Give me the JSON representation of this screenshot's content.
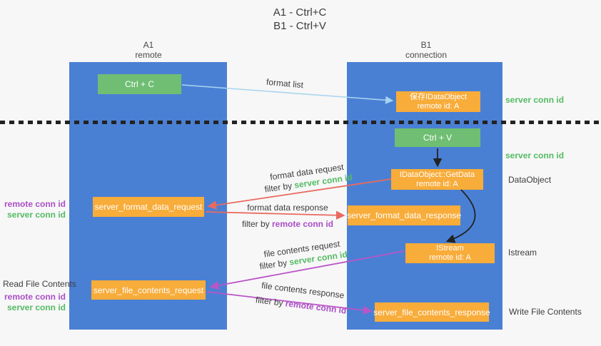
{
  "title": {
    "line1": "A1 - Ctrl+C",
    "line2": "B1 - Ctrl+V"
  },
  "columns": {
    "left": {
      "name": "A1",
      "subtitle": "remote"
    },
    "right": {
      "name": "B1",
      "subtitle": "connection"
    }
  },
  "nodes": {
    "ctrl_c": {
      "label": "Ctrl + C"
    },
    "save_dataobject": {
      "line1": "保存IDataObject",
      "line2": "remote id: A"
    },
    "ctrl_v": {
      "label": "Ctrl + V"
    },
    "getdata": {
      "line1": "IDataObject::GetData",
      "line2": "remote id: A"
    },
    "format_request": {
      "label": "server_format_data_request"
    },
    "format_response": {
      "label": "server_format_data_response"
    },
    "istream": {
      "line1": "IStream",
      "line2": "remote id: A"
    },
    "file_request": {
      "label": "server_file_contents_request"
    },
    "file_response": {
      "label": "server_file_contents_response"
    }
  },
  "labels": {
    "format_list": "format list",
    "format_data_request": "format data request",
    "format_data_response": "format data response",
    "file_contents_request": "file contents request",
    "file_contents_response": "file contents response",
    "filter_by": "filter by",
    "server_conn_id": "server conn id",
    "remote_conn_id": "remote conn id"
  },
  "annotations": {
    "left_top": {
      "remote": "remote conn id",
      "server": "server conn id"
    },
    "read_file": "Read File Contents",
    "left_bottom": {
      "remote": "remote conn id",
      "server": "server conn id"
    },
    "right_server_1": "server conn id",
    "right_server_2": "server conn id",
    "dataobject": "DataObject",
    "istream": "Istream",
    "write_file": "Write File Contents"
  },
  "colors": {
    "column_blue": "#4a80d4",
    "box_green": "#6fbe73",
    "box_orange": "#f8ac3a",
    "arrow_red": "#e96a5f",
    "arrow_purple": "#ba55c8",
    "arrow_blue": "#a9d4f0",
    "arrow_black": "#222222",
    "text_green": "#53bb63",
    "text_purple": "#aa4ec6"
  }
}
